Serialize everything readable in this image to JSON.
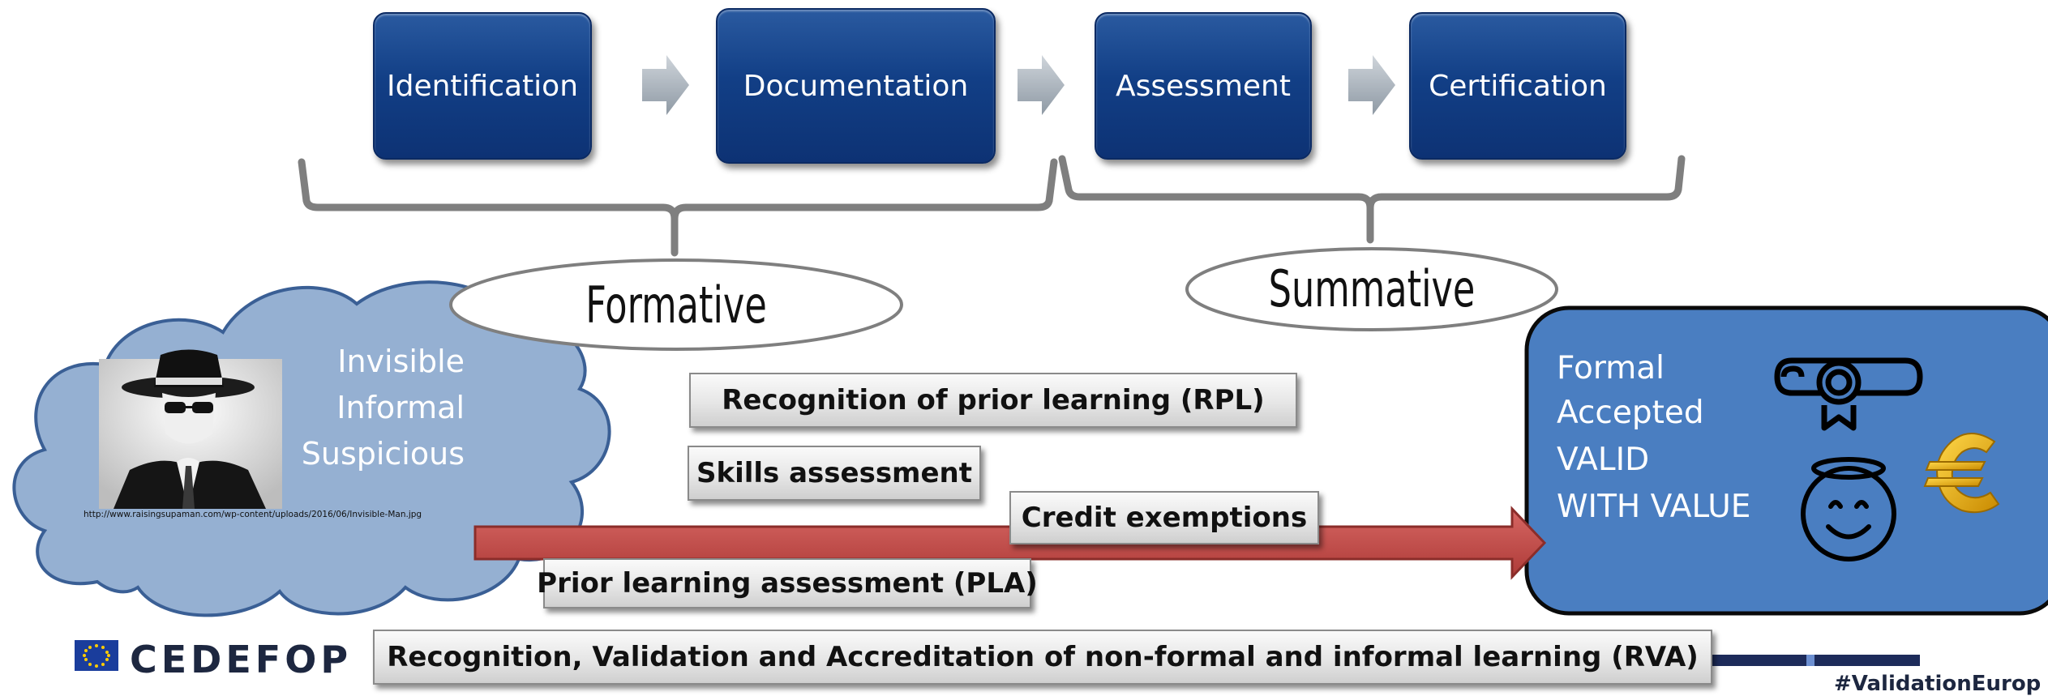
{
  "process_steps": [
    "Identification",
    "Documentation",
    "Assessment",
    "Certification"
  ],
  "groups": {
    "formative": "Formative",
    "summative": "Summative"
  },
  "cloud": {
    "lines": [
      "Invisible",
      "Informal",
      "Suspicious"
    ],
    "image_source": "http://www.raisingsupaman.com/wp-content/uploads/2016/06/Invisible-Man.jpg"
  },
  "terms": {
    "rpl": "Recognition of prior learning (RPL)",
    "skills": "Skills assessment",
    "credit": "Credit exemptions",
    "pla": "Prior learning assessment (PLA)",
    "rva": "Recognition, Validation and Accreditation of non-formal and informal learning (RVA)"
  },
  "formal_box": {
    "lines": [
      "Formal",
      "Accepted",
      "VALID",
      "WITH VALUE"
    ],
    "currency_symbol": "€"
  },
  "footer": {
    "logo_text": "CEDEFOP",
    "hashtag": "#ValidationEurop"
  },
  "colors": {
    "step_blue": "#123f86",
    "cloud_fill": "#95b0d2",
    "formal_fill": "#4a7ec1",
    "arrow_red": "#c0504d",
    "gray_bracket": "#7f7f7f",
    "euro_gold": "#f0b400"
  },
  "icons": [
    "right-arrow-icon",
    "diploma-icon",
    "halo-smiley-icon",
    "euro-icon",
    "eu-flag-icon",
    "invisible-man-photo"
  ]
}
